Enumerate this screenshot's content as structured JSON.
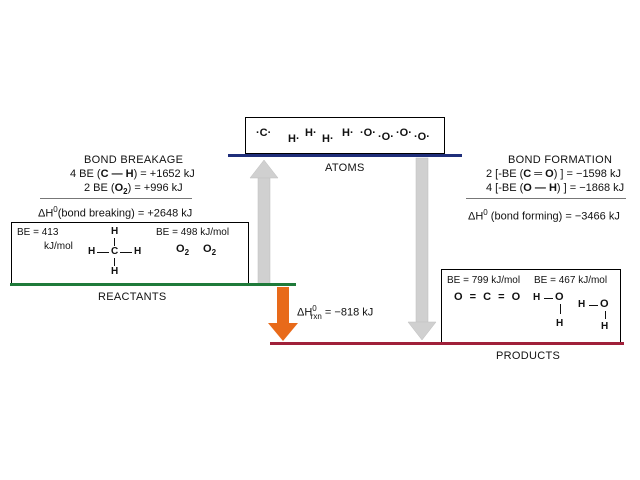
{
  "colors": {
    "reactants_line": "#1f7a3a",
    "atoms_line": "#1f2e7a",
    "products_line": "#a0203a",
    "arrow_up": "#cfcfcf",
    "arrow_down": "#cfcfcf",
    "enthalpy_arrow": "#e86a1a"
  },
  "atoms": {
    "label": "ATOMS",
    "species": [
      "·C·",
      "H·",
      "H·",
      "H·",
      "H·",
      "·O·",
      "·O·",
      "·O·",
      "·O·"
    ]
  },
  "reactants": {
    "label": "REACTANTS",
    "be_ch_line1": "BE = 413",
    "be_ch_line2": "kJ/mol",
    "methane": {
      "center": "C",
      "h_top": "H",
      "h_left": "H",
      "h_right": "H",
      "h_bottom": "H"
    },
    "be_o2": "BE = 498 kJ/mol",
    "o2_a": "O",
    "o2_b": "O",
    "o2_sub": "2"
  },
  "products": {
    "label": "PRODUCTS",
    "be_co": "BE = 799 kJ/mol",
    "be_oh": "BE = 467 kJ/mol",
    "co2": {
      "o_left": "O",
      "c": "C",
      "o_right": "O",
      "bond": "="
    },
    "water1": {
      "h_left": "H",
      "o": "O",
      "h_bottom": "H"
    },
    "water2": {
      "h_left": "H",
      "o": "O",
      "h_bottom": "H"
    }
  },
  "bond_breakage": {
    "title": "BOND BREAKAGE",
    "line1_pre": "4 BE (",
    "line1_bond": "C — H",
    "line1_post": ") = +1652 kJ",
    "line2_pre": "2 BE (",
    "line2_bond": "O",
    "line2_sub": "2",
    "line2_post": ") =    +996 kJ",
    "total_pre": "ΔH",
    "total_sup": "0",
    "total_post": "(bond breaking) = +2648 kJ"
  },
  "bond_formation": {
    "title": "BOND FORMATION",
    "line1_pre": "2 [-BE (",
    "line1_bond": "C ═ O",
    "line1_post": ") ] = −1598 kJ",
    "line2_pre": "4 [-BE (",
    "line2_bond": "O — H",
    "line2_post": ") ] = −1868 kJ",
    "total_pre": "ΔH",
    "total_sup": "0",
    "total_post": " (bond forming) = −3466 kJ"
  },
  "enthalpy": {
    "pre": "ΔH",
    "sup": "0",
    "sub": "rxn",
    "post": " = −818 kJ"
  }
}
